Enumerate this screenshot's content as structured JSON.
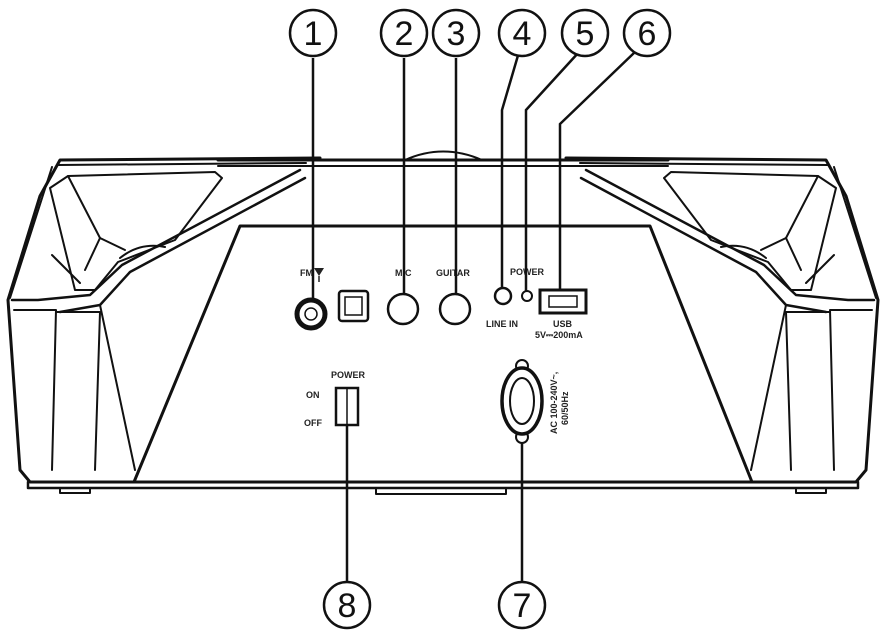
{
  "labels": {
    "fm": "FM",
    "mic": "MIC",
    "guitar": "GUITAR",
    "power_led": "POWER",
    "line_in": "LINE IN",
    "usb": "USB",
    "usb_spec": "5V⎓200mA",
    "power_switch": "POWER",
    "on": "ON",
    "off": "OFF",
    "ac_line1": "AC 100-240V~,",
    "ac_line2": "60/50Hz"
  },
  "callouts": [
    {
      "number": "1",
      "part": "fm-antenna-jack"
    },
    {
      "number": "2",
      "part": "mic-jack"
    },
    {
      "number": "3",
      "part": "guitar-jack"
    },
    {
      "number": "4",
      "part": "line-in-jack"
    },
    {
      "number": "5",
      "part": "power-indicator"
    },
    {
      "number": "6",
      "part": "usb-port"
    },
    {
      "number": "7",
      "part": "ac-power-socket"
    },
    {
      "number": "8",
      "part": "power-switch"
    }
  ]
}
